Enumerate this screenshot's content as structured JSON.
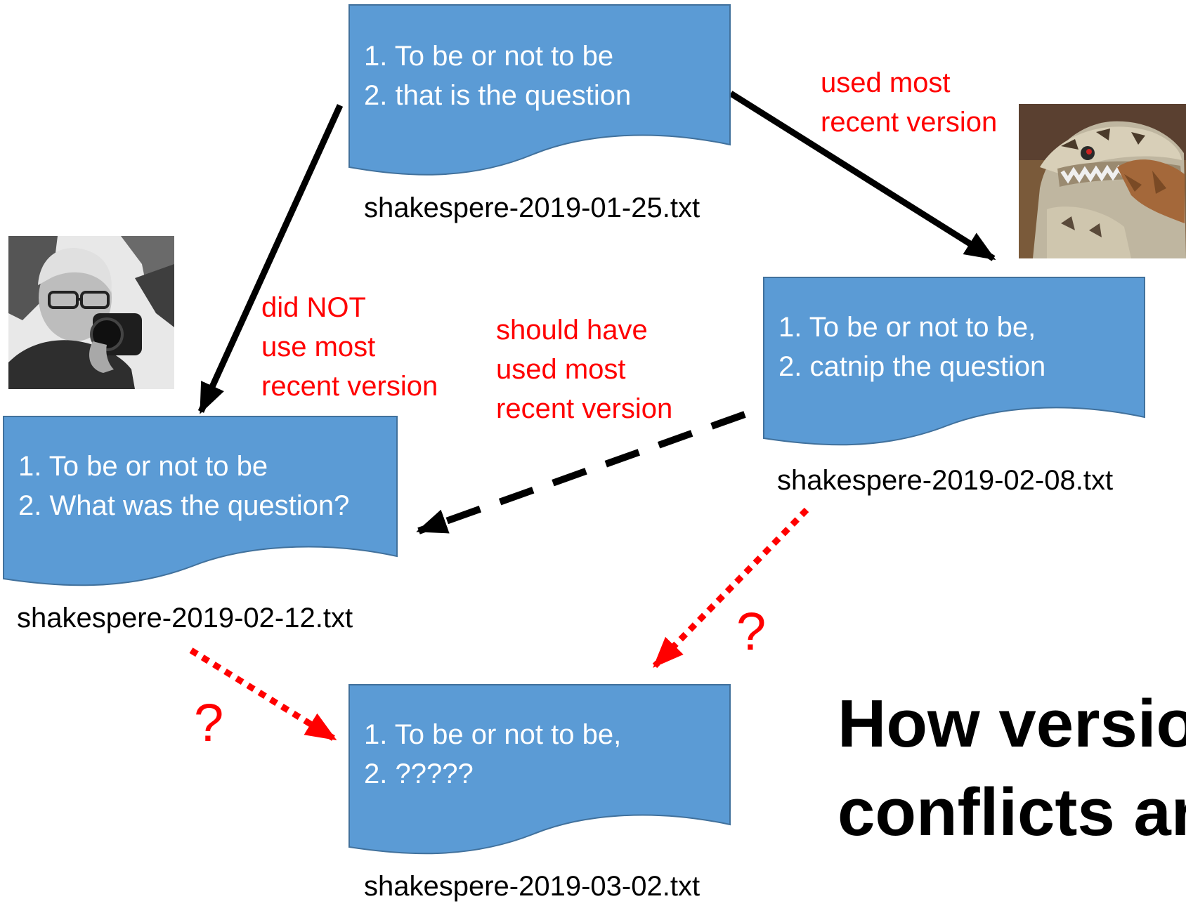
{
  "documents": {
    "d1": {
      "line1": "1. To be or not to be",
      "line2": "2. that is the question",
      "filename": "shakespere-2019-01-25.txt"
    },
    "d2": {
      "line1": "1. To be or not to be,",
      "line2": "2. catnip the question",
      "filename": "shakespere-2019-02-08.txt"
    },
    "d3": {
      "line1": "1. To be or not to be",
      "line2": "2. What was the question?",
      "filename": "shakespere-2019-02-12.txt"
    },
    "d4": {
      "line1": "1. To be or not to be,",
      "line2": "2. ?????",
      "filename": "shakespere-2019-03-02.txt"
    }
  },
  "notes": {
    "used_recent": [
      "used most",
      "recent version"
    ],
    "did_not": [
      "did NOT",
      "use most",
      "recent version"
    ],
    "should_have": [
      "should have",
      "used most",
      "recent version"
    ],
    "qmark_right": "?",
    "qmark_left": "?"
  },
  "headline": {
    "line1": "How versio",
    "line2": "conflicts ari"
  },
  "photos": {
    "person": "person-photo",
    "dinosaur": "dinosaur-toy-photo"
  },
  "colors": {
    "doc_fill": "#5b9bd5",
    "doc_stroke": "#41719c",
    "note": "#ff0000",
    "arrow": "#000000"
  }
}
